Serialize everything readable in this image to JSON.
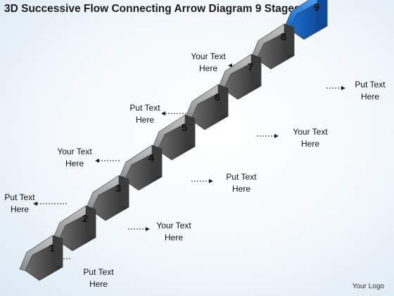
{
  "title": "3D Successive Flow Connecting Arrow Diagram 9 Stages",
  "accent_color": "#2f7fd6",
  "step_color": "#9a9a9a",
  "stages": [
    {
      "number": "1",
      "label_line1": "Put Text",
      "label_line2": "Here"
    },
    {
      "number": "2",
      "label_line1": "Put Text",
      "label_line2": "Here"
    },
    {
      "number": "3",
      "label_line1": "Your Text",
      "label_line2": "Here"
    },
    {
      "number": "4",
      "label_line1": "Your Text",
      "label_line2": "Here"
    },
    {
      "number": "5",
      "label_line1": "Put Text",
      "label_line2": "Here"
    },
    {
      "number": "6",
      "label_line1": "Put Text",
      "label_line2": "Here"
    },
    {
      "number": "7",
      "label_line1": "Your Text",
      "label_line2": "Here"
    },
    {
      "number": "8",
      "label_line1": "Your Text",
      "label_line2": "Here"
    },
    {
      "number": "9",
      "label_line1": "Put Text",
      "label_line2": "Here"
    }
  ],
  "logo": "Your Logo"
}
